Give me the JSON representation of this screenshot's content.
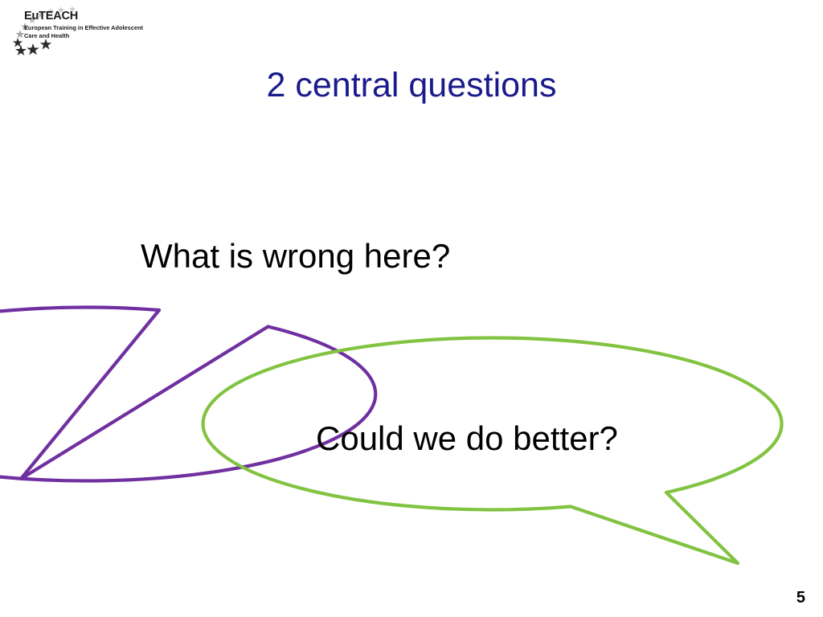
{
  "slide": {
    "title": "2 central questions",
    "title_color": "#1a1a8c",
    "background_color": "#ffffff",
    "page_number": "5"
  },
  "logo": {
    "name": "EuTEACH",
    "tagline": "European Training in Effective Adolescent Care and Health",
    "tagline_line1": "European Training in Effective Adolescent",
    "tagline_line2": "Care and Health",
    "star_icon": "star-icon",
    "star_count": 12
  },
  "bubbles": [
    {
      "id": "bubble-1",
      "text": "What is wrong here?",
      "color": "#7030a0",
      "tail_direction": "down-left"
    },
    {
      "id": "bubble-2",
      "text": "Could we do better?",
      "color": "#82c341",
      "tail_direction": "down-right"
    }
  ]
}
